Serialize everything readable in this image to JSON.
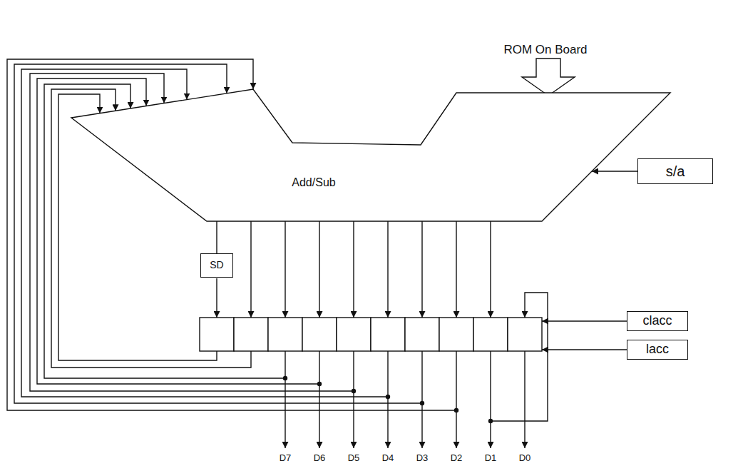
{
  "diagram": {
    "nodes": [
      {
        "text": [
          "Add/Sub"
        ]
      },
      {
        "text": [
          "s/a"
        ]
      },
      {
        "text": [
          "SD"
        ]
      },
      {
        "text": [
          "clacc"
        ]
      },
      {
        "text": [
          "lacc"
        ]
      }
    ],
    "edges": [
      {
        "from": 1,
        "to": 0,
        "arrow": "to"
      },
      {
        "from": 0,
        "to": 2,
        "arrow": "none"
      }
    ],
    "labels": [
      "ROM On Board",
      "D7",
      "D6",
      "D5",
      "D4",
      "D3",
      "D2",
      "D1",
      "D0"
    ]
  }
}
